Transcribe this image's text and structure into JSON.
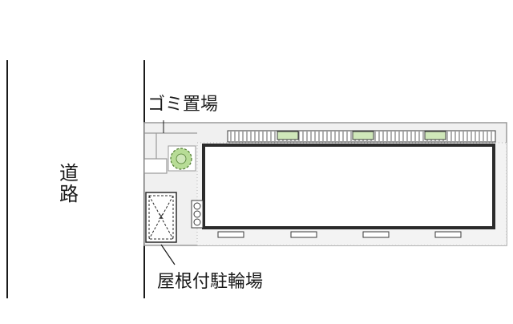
{
  "labels": {
    "road": "道路",
    "garbage": "ゴミ置場",
    "bicycle": "屋根付駐輪場"
  },
  "colors": {
    "line": "#1a1a1a",
    "lot_line": "#9a9a9a",
    "lot_fill": "#f0f0f0",
    "building_fill": "#ffffff",
    "building_border": "#2b2b2b",
    "gravel": "#f3f3f3",
    "hedge_green": "#cfe7b9",
    "tree_green": "#b7dc96",
    "fence": "#3a3a3a"
  },
  "icons": {
    "tree": "tree-icon",
    "meter": "meter-icon"
  }
}
